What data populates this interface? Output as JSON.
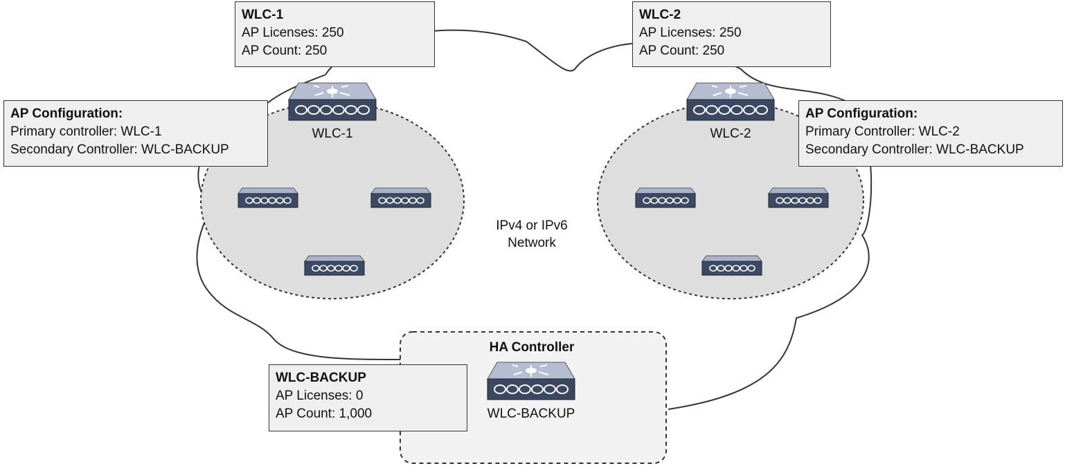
{
  "colors": {
    "cloud_stroke": "#333333",
    "zone_fill": "#dedede",
    "ha_fill": "#f2f2f2",
    "callout_fill": "#efefef",
    "device_body": "#3c4a66",
    "device_top": "#a9b3c9"
  },
  "network": {
    "line1": "IPv4 or IPv6",
    "line2": "Network"
  },
  "wlc1_box": {
    "title": "WLC-1",
    "line1": "AP Licenses: 250",
    "line2": "AP Count: 250"
  },
  "wlc2_box": {
    "title": "WLC-2",
    "line1": "AP Licenses: 250",
    "line2": "AP Count: 250"
  },
  "ap_config_left": {
    "title": "AP Configuration:",
    "line1": "Primary controller: WLC-1",
    "line2": "Secondary Controller: WLC-BACKUP"
  },
  "ap_config_right": {
    "title": "AP Configuration:",
    "line1": "Primary Controller: WLC-2",
    "line2": "Secondary Controller: WLC-BACKUP"
  },
  "backup_box": {
    "title": "WLC-BACKUP",
    "line1": "AP Licenses: 0",
    "line2": "AP Count: 1,000"
  },
  "ha": {
    "title": "HA Controller"
  },
  "devices": {
    "wlc1_label": "WLC-1",
    "wlc2_label": "WLC-2",
    "backup_label": "WLC-BACKUP"
  },
  "icons": {
    "controller": "wireless-lan-controller-icon",
    "access_point": "access-point-icon"
  }
}
